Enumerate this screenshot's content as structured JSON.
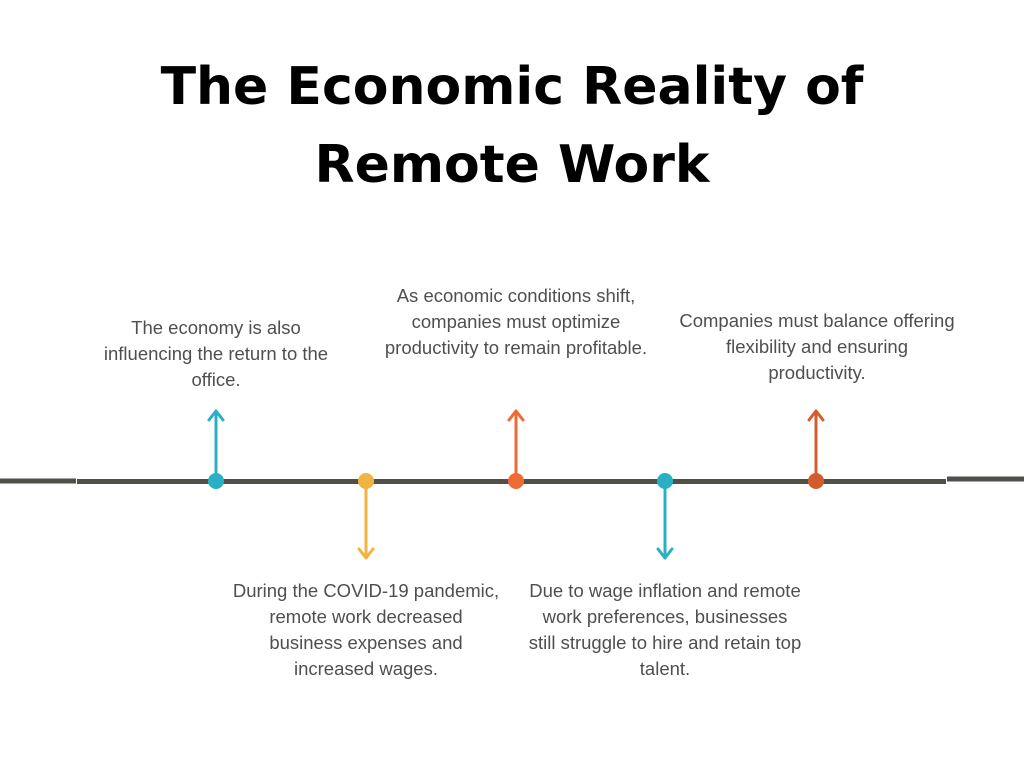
{
  "title": {
    "line1": "The Economic Reality of",
    "line2": "Remote Work"
  },
  "events": [
    {
      "text": "The economy is also influencing the return to the office.",
      "direction": "up",
      "color": "#2ab0c5"
    },
    {
      "text": "During the COVID-19 pandemic, remote work decreased business expenses and increased wages.",
      "direction": "down",
      "color": "#f2b441"
    },
    {
      "text": "As economic conditions shift, companies must optimize productivity to remain profitable.",
      "direction": "up",
      "color": "#f06a35"
    },
    {
      "text": "Due to wage inflation and remote work preferences, businesses still struggle to hire and retain top talent.",
      "direction": "down",
      "color": "#2ab0c5"
    },
    {
      "text": "Companies must balance offering flexibility and ensuring productivity.",
      "direction": "up",
      "color": "#d35c2c"
    }
  ],
  "colors": {
    "line": "#504f4a",
    "text": "#4f4f4f"
  }
}
